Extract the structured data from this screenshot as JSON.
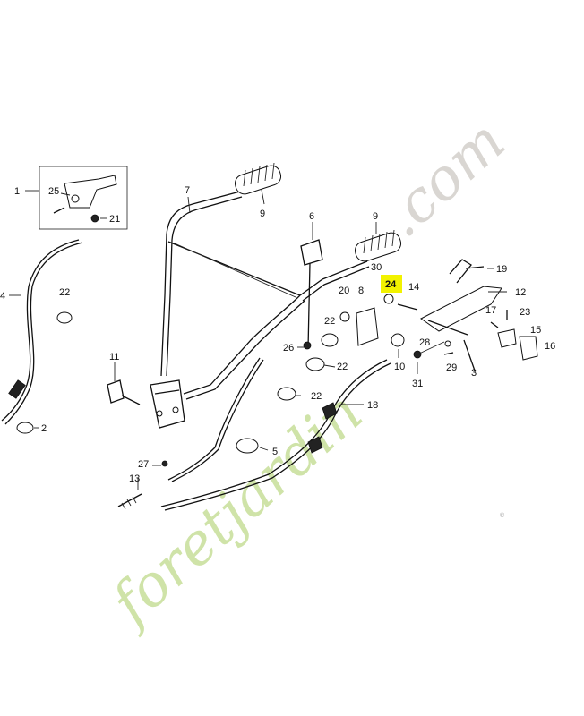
{
  "watermark": {
    "brand": "foretjardin",
    "suffix": ".com",
    "color_green": "#cfe3a8",
    "color_grey": "#d9d6d2"
  },
  "highlight": {
    "label": "24",
    "color": "#f2f200"
  },
  "callouts": {
    "c1": "1",
    "c25": "25",
    "c21": "21",
    "c7": "7",
    "c9a": "9",
    "c9b": "9",
    "c6": "6",
    "c30": "30",
    "c19": "19",
    "c12": "12",
    "c20": "20",
    "c8": "8",
    "c24": "24",
    "c14": "14",
    "c17": "17",
    "c23": "23",
    "c15": "15",
    "c16": "16",
    "c22a": "22",
    "c22b": "22",
    "c22c": "22",
    "c22d": "22",
    "c26": "26",
    "c28": "28",
    "c29": "29",
    "c3": "3",
    "c10": "10",
    "c31": "31",
    "c11": "11",
    "c18": "18",
    "c5": "5",
    "c27": "27",
    "c13": "13",
    "c2": "2",
    "c4": "4"
  },
  "copyright_mark": "© ———"
}
